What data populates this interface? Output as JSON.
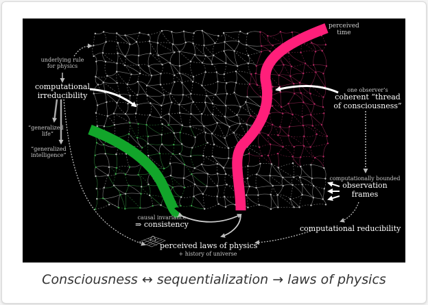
{
  "diagram": {
    "labels": {
      "perceived_time_line1": "perceived",
      "perceived_time_line2": "time",
      "underlying_rule_line1": "underlying rule",
      "underlying_rule_line2": "for physics",
      "irreducibility_line1": "computational",
      "irreducibility_line2": "irreducibility",
      "generalized_life_line1": "“generalized",
      "generalized_life_line2": "life”",
      "generalized_intelligence_line1": "“generalized",
      "generalized_intelligence_line2": "intelligence”",
      "observer_line1": "one observer’s",
      "observer_line2": "coherent “thread",
      "observer_line3": "of consciousness”",
      "bounded_line1": "computationally bounded",
      "bounded_line2": "observation",
      "bounded_line3": "frames",
      "reducibility": "computational reducibility",
      "causal_invariance": "causal invariance",
      "consistency": "⇒ consistency",
      "laws_line1": "perceived laws of physics",
      "laws_line2": "+ history of universe"
    },
    "colors": {
      "background": "#000000",
      "thread_green": "#12a52a",
      "thread_pink": "#ff1f7a",
      "graph_white": "#bbbbbb",
      "graph_green": "#3ba84a",
      "graph_pink": "#b22a62"
    }
  },
  "caption": "Consciousness ↔ sequentialization → laws of physics"
}
